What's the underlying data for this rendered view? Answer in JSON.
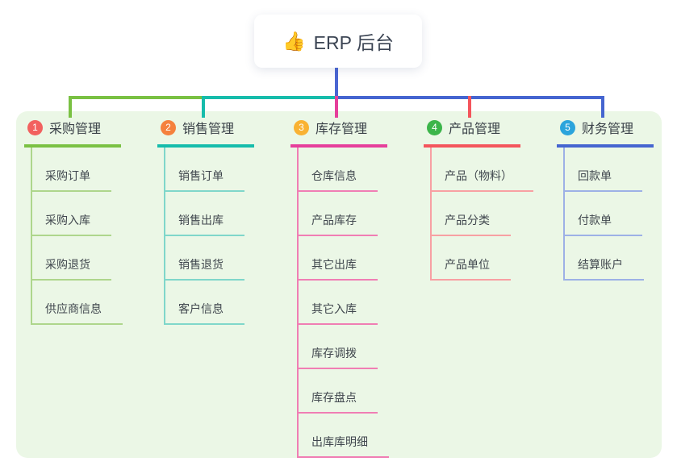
{
  "root": {
    "icon": "👍",
    "label": "ERP 后台"
  },
  "colors": {
    "root_connector": "#4b66d2",
    "panel_background": "#ebf7e6"
  },
  "branches": [
    {
      "num": "1",
      "label": "采购管理",
      "badge_color": "#f2615f",
      "line_color": "#7ac143",
      "child_line_color": "#aed68c",
      "children": [
        "采购订单",
        "采购入库",
        "采购退货",
        "供应商信息"
      ]
    },
    {
      "num": "2",
      "label": "销售管理",
      "badge_color": "#f5813d",
      "line_color": "#16bcab",
      "child_line_color": "#7fd7ca",
      "children": [
        "销售订单",
        "销售出库",
        "销售退货",
        "客户信息"
      ]
    },
    {
      "num": "3",
      "label": "库存管理",
      "badge_color": "#f9b233",
      "line_color": "#e63f9b",
      "child_line_color": "#f07eb4",
      "children": [
        "仓库信息",
        "产品库存",
        "其它出库",
        "其它入库",
        "库存调拨",
        "库存盘点",
        "出库库明细"
      ]
    },
    {
      "num": "4",
      "label": "产品管理",
      "badge_color": "#3cb54a",
      "line_color": "#f4555c",
      "child_line_color": "#f8a0a3",
      "children": [
        "产品（物料）",
        "产品分类",
        "产品单位"
      ]
    },
    {
      "num": "5",
      "label": "财务管理",
      "badge_color": "#2ba4dc",
      "line_color": "#4565d0",
      "child_line_color": "#9db1e6",
      "children": [
        "回款单",
        "付款单",
        "结算账户"
      ]
    }
  ]
}
